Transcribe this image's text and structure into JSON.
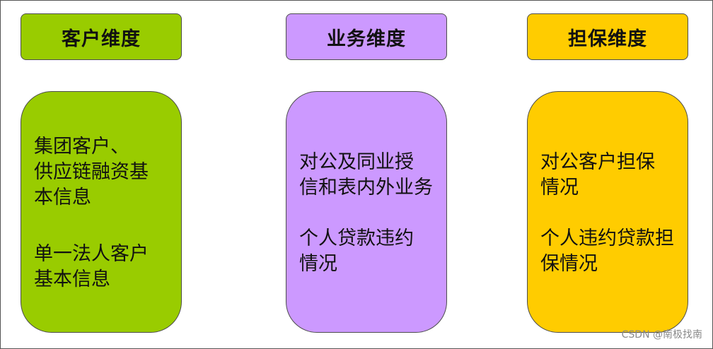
{
  "columns": [
    {
      "header": "客户维度",
      "color": "#99cc00",
      "paragraphs": [
        [
          "集团客户、",
          "供应链融资基",
          "本信息"
        ],
        [
          "单一法人客户",
          "基本信息"
        ]
      ]
    },
    {
      "header": "业务维度",
      "color": "#cc99ff",
      "paragraphs": [
        [
          "对公及同业授",
          "信和表内外业务"
        ],
        [
          "个人贷款违约",
          "情况"
        ]
      ]
    },
    {
      "header": "担保维度",
      "color": "#ffcc00",
      "paragraphs": [
        [
          "对公客户担保",
          "情况"
        ],
        [
          "个人违约贷款担",
          "保情况"
        ]
      ]
    }
  ],
  "watermark": "CSDN @南极找南"
}
